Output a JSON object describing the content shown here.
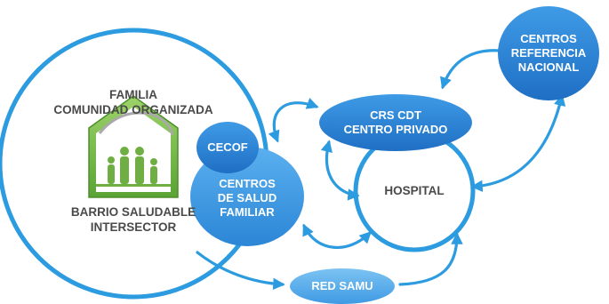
{
  "nodes": {
    "community": {
      "line1": "FAMILIA",
      "line2": "COMUNIDAD ORGANIZADA",
      "line3": "BARRIO SALUDABLE",
      "line4": "INTERSECTOR"
    },
    "cecof": {
      "label": "CECOF"
    },
    "cesfam": {
      "line1": "CENTROS",
      "line2": "DE SALUD",
      "line3": "FAMILIAR"
    },
    "crs": {
      "line1": "CRS CDT",
      "line2": "CENTRO PRIVADO"
    },
    "hospital": {
      "label": "HOSPITAL"
    },
    "referencia": {
      "line1": "CENTROS",
      "line2": "REFERENCIA",
      "line3": "NACIONAL"
    },
    "samu": {
      "label": "RED SAMU"
    }
  },
  "icons": {
    "family_house": "family-house-icon"
  },
  "colors": {
    "outline": "#2c9be0",
    "fill_dark": "#2a7fd0",
    "fill_mid": "#3d99e3",
    "fill_light": "#5db2ee",
    "house_green": "#7fbf4a",
    "text_dark": "#4a4a4a"
  }
}
